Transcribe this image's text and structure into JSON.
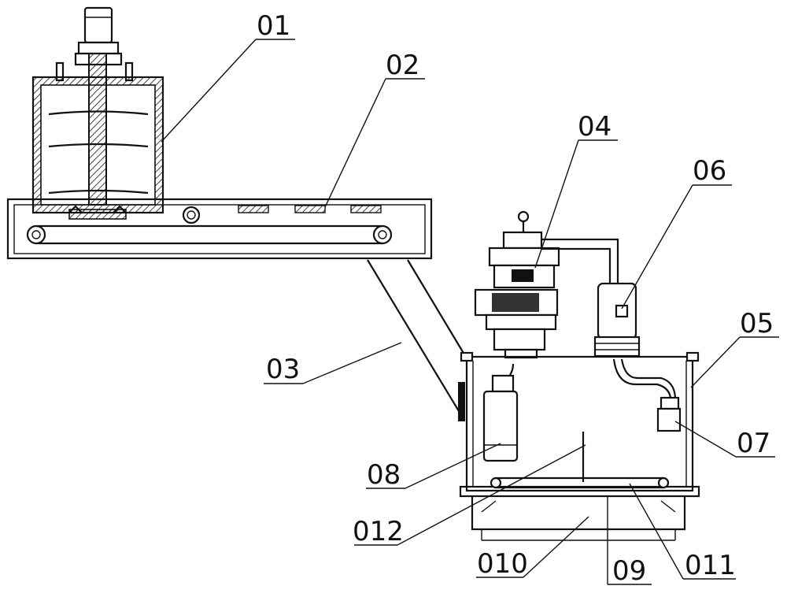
{
  "labels": {
    "l01": "01",
    "l02": "02",
    "l03": "03",
    "l04": "04",
    "l05": "05",
    "l06": "06",
    "l07": "07",
    "l08": "08",
    "l09": "09",
    "l010": "010",
    "l011": "011",
    "l012": "012"
  }
}
